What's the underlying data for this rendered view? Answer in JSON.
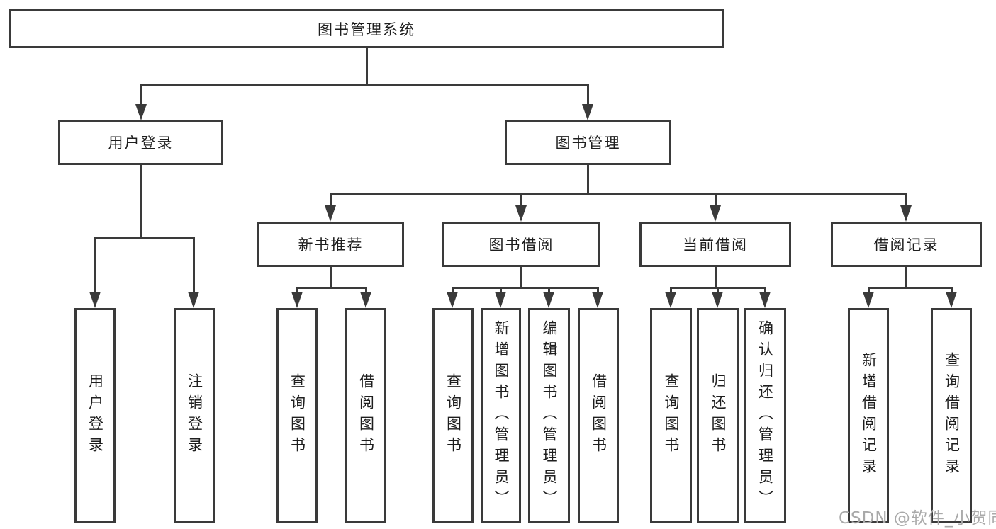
{
  "diagram": {
    "type": "tree",
    "root": {
      "label": "图书管理系统",
      "children": [
        {
          "label": "用户登录",
          "children": [
            {
              "label": "用户登录"
            },
            {
              "label": "注销登录"
            }
          ]
        },
        {
          "label": "图书管理",
          "children": [
            {
              "label": "新书推荐",
              "children": [
                {
                  "label": "查询图书"
                },
                {
                  "label": "借阅图书"
                }
              ]
            },
            {
              "label": "图书借阅",
              "children": [
                {
                  "label": "查询图书"
                },
                {
                  "label": "新增图书（管理员）"
                },
                {
                  "label": "编辑图书（管理员）"
                },
                {
                  "label": "借阅图书"
                }
              ]
            },
            {
              "label": "当前借阅",
              "children": [
                {
                  "label": "查询图书"
                },
                {
                  "label": "归还图书"
                },
                {
                  "label": "确认归还（管理员）"
                }
              ]
            },
            {
              "label": "借阅记录",
              "children": [
                {
                  "label": "新增借阅记录"
                },
                {
                  "label": "查询借阅记录"
                }
              ]
            }
          ]
        }
      ]
    },
    "colors": {
      "line": "#3a3a3a",
      "text": "#1e1e1e",
      "background": "#ffffff"
    }
  },
  "watermark": {
    "text": "CSDN @软件_小贺同学",
    "color": "#a9a9a9"
  }
}
